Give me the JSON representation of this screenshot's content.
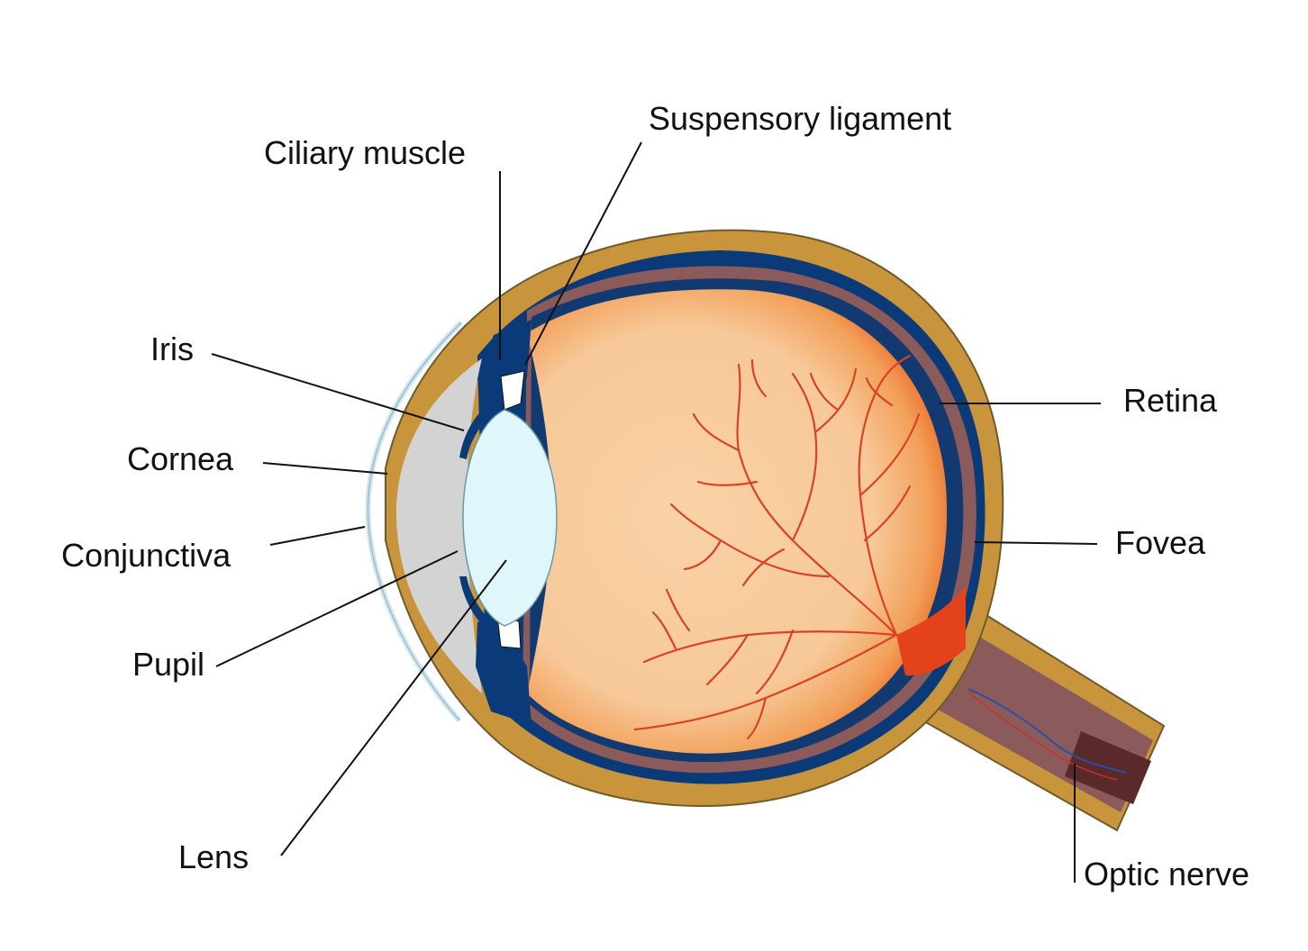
{
  "labels": {
    "suspensory_ligament": "Suspensory ligament",
    "ciliary_muscle": "Ciliary muscle",
    "iris": "Iris",
    "cornea": "Cornea",
    "conjunctiva": "Conjunctiva",
    "pupil": "Pupil",
    "lens": "Lens",
    "retina": "Retina",
    "fovea": "Fovea",
    "optic_nerve": "Optic nerve"
  },
  "colors": {
    "sclera": "#c8953c",
    "choroid_blue": "#0a3a78",
    "retina_mauve": "#8a5b5a",
    "vitreous_center": "#f7cf9f",
    "vitreous_edge": "#e04a18",
    "lens": "#dff7fb",
    "cornea_gray": "#d3d3d3",
    "blood_vessels": "#d84326",
    "conjunctiva": "#cfe7f0",
    "nerve_fibers": "#5a2a2a"
  }
}
